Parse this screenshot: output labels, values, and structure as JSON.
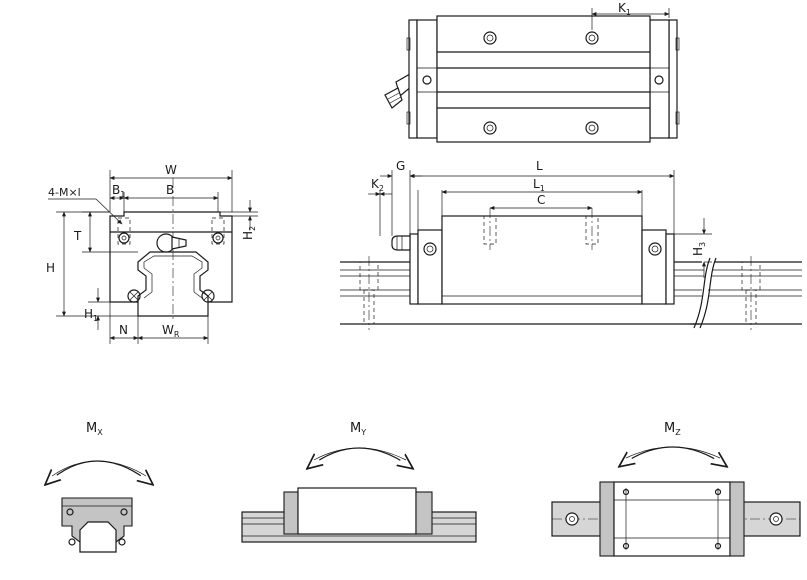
{
  "labels": {
    "k1": "K",
    "k1_sub": "1",
    "w": "W",
    "m": "4-M×l",
    "b1": "B",
    "b1_sub": "1",
    "b": "B",
    "t": "T",
    "h": "H",
    "h1": "H",
    "h1_sub": "1",
    "h2": "H",
    "h2_sub": "2",
    "n": "N",
    "wr": "W",
    "wr_sub": "R",
    "g": "G",
    "l": "L",
    "k2": "K",
    "k2_sub": "2",
    "l1": "L",
    "l1_sub": "1",
    "c": "C",
    "h3": "H",
    "h3_sub": "3",
    "mx": "M",
    "mx_sub": "X",
    "my": "M",
    "my_sub": "Y",
    "mz": "M",
    "mz_sub": "Z"
  }
}
